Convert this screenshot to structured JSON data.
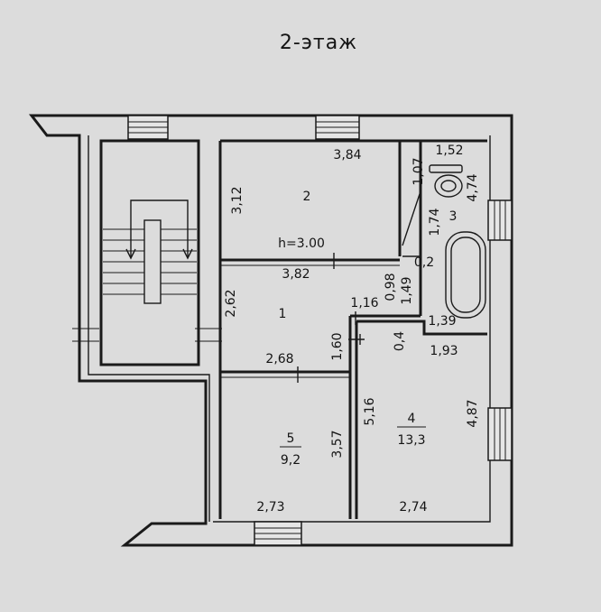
{
  "title": "2-этаж",
  "rooms": {
    "r1": {
      "number": "1"
    },
    "r2": {
      "number": "2"
    },
    "r3": {
      "number": "3"
    },
    "r4": {
      "number": "4",
      "area": "13,3"
    },
    "r5": {
      "number": "5",
      "area": "9,2"
    }
  },
  "ceiling_height": "h=3.00",
  "dimensions": {
    "r2_top": "3,84",
    "r2_left": "3,12",
    "r2_bottom": "3,82",
    "r1_left": "2,62",
    "r1_bottom": "2,68",
    "r1_vertical": "1,60",
    "r1_corridor": "1,16",
    "r3_top": "1,52",
    "r3_wc": "1,07",
    "r3_right": "4,74",
    "r3_left": "1,74",
    "r3_gap": "0,2",
    "r3_small1": "0,98",
    "r3_small2": "1,49",
    "r3_small3": "1,39",
    "r4_small": "0,4",
    "r4_top": "1,93",
    "r4_left": "5,16",
    "r4_right": "4,87",
    "r4_bottom": "2,74",
    "r5_right": "3,57",
    "r5_bottom": "2,73"
  }
}
